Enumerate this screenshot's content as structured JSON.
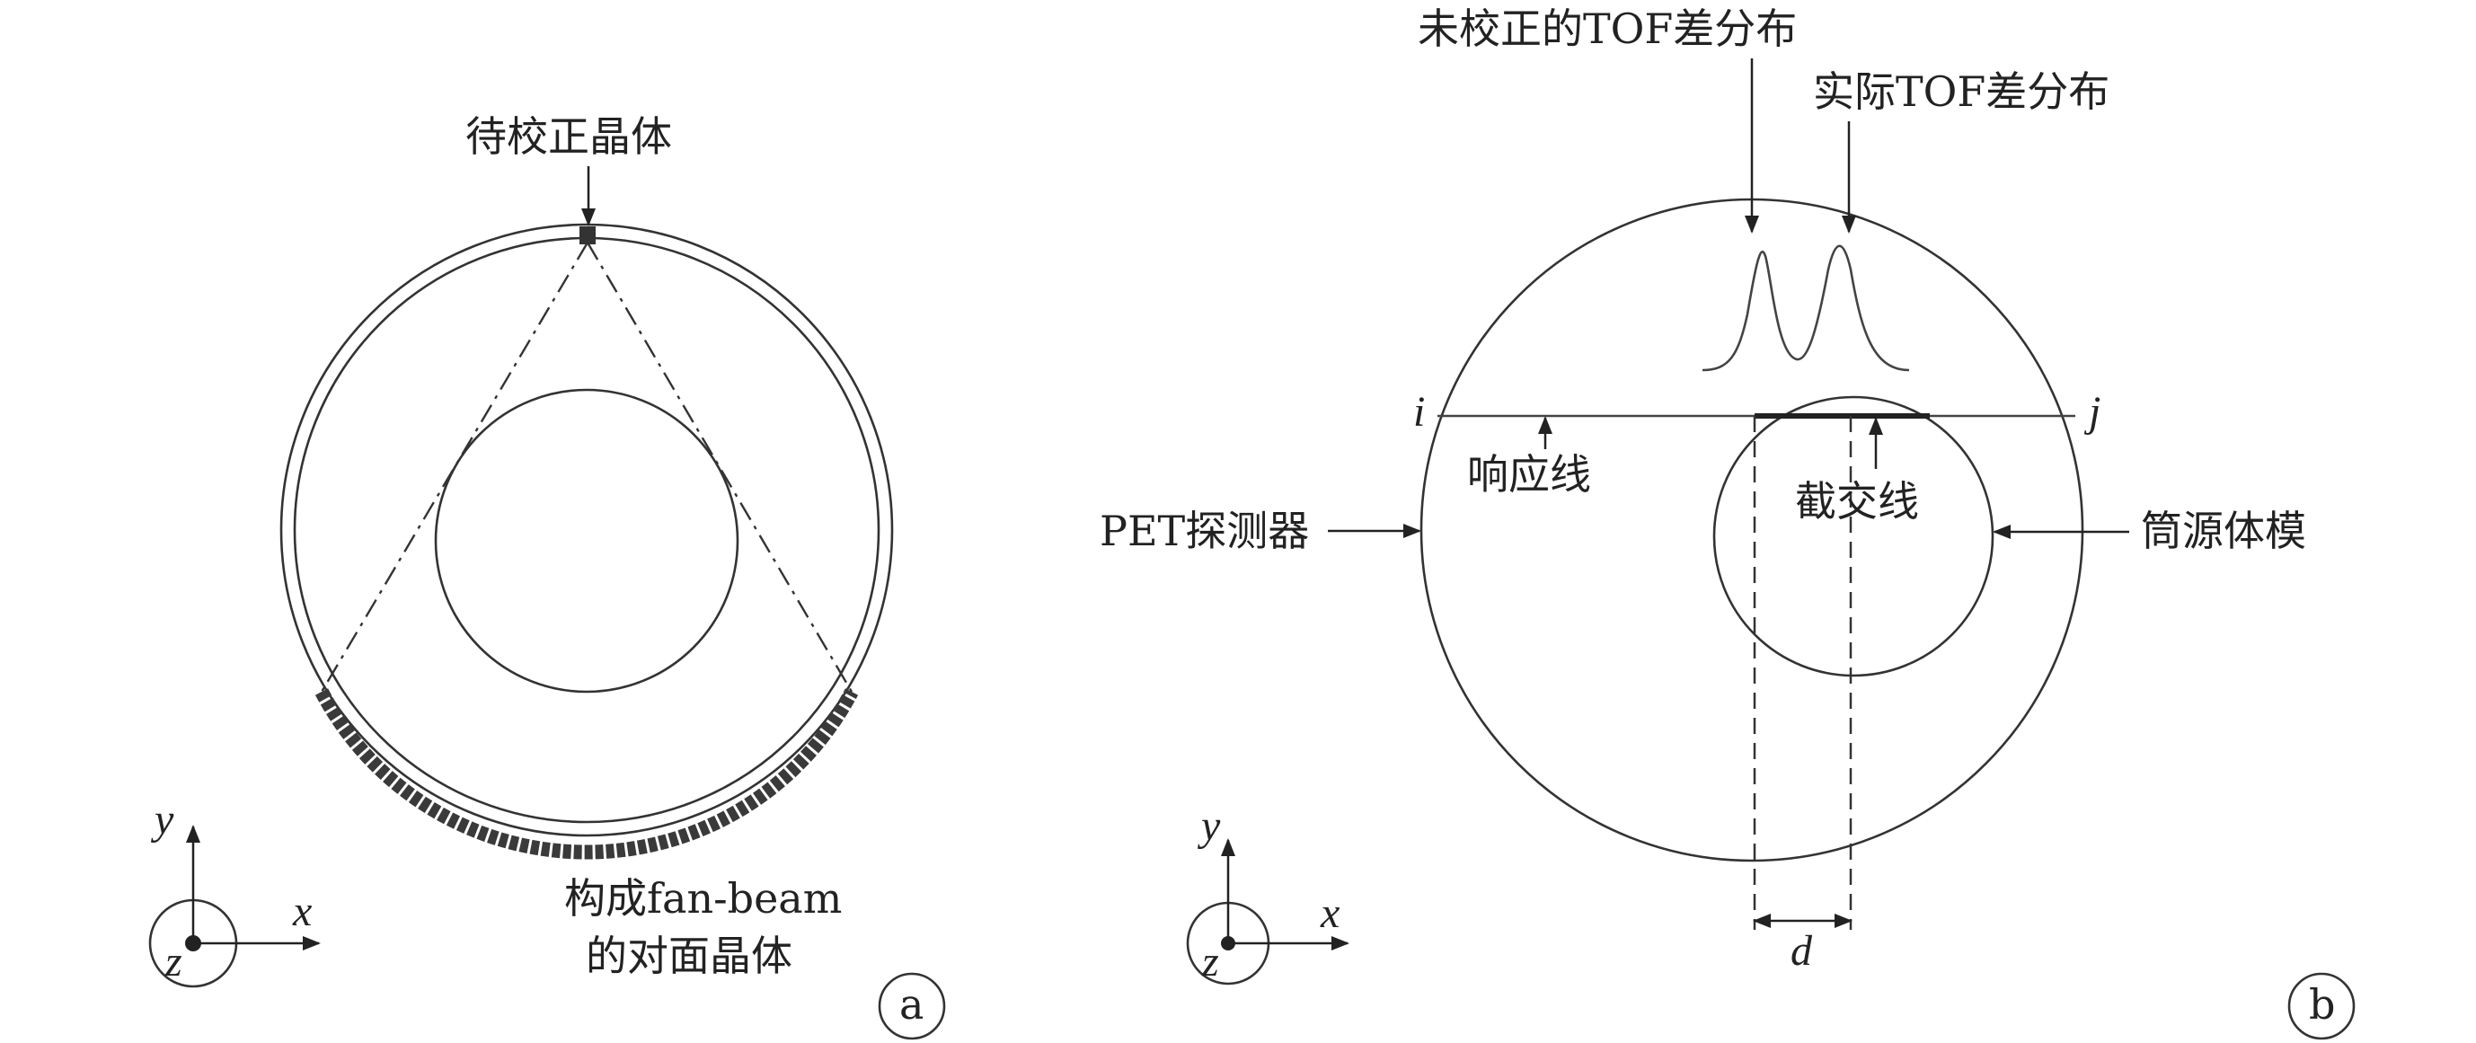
{
  "panel_a": {
    "label_top": "待校正晶体",
    "label_bottom_line1": "构成fan-beam",
    "label_bottom_line2": "的对面晶体",
    "axis_x": "x",
    "axis_y": "y",
    "axis_z": "z",
    "tag": "a"
  },
  "panel_b": {
    "label_uncorrected": "未校正的TOF差分布",
    "label_actual": "实际TOF差分布",
    "label_i": "i",
    "label_j": "j",
    "label_lor": "响应线",
    "label_intercept": "截交线",
    "label_detector": "PET探测器",
    "label_phantom": "筒源体模",
    "label_d": "d",
    "axis_x": "x",
    "axis_y": "y",
    "axis_z": "z",
    "tag": "b"
  }
}
